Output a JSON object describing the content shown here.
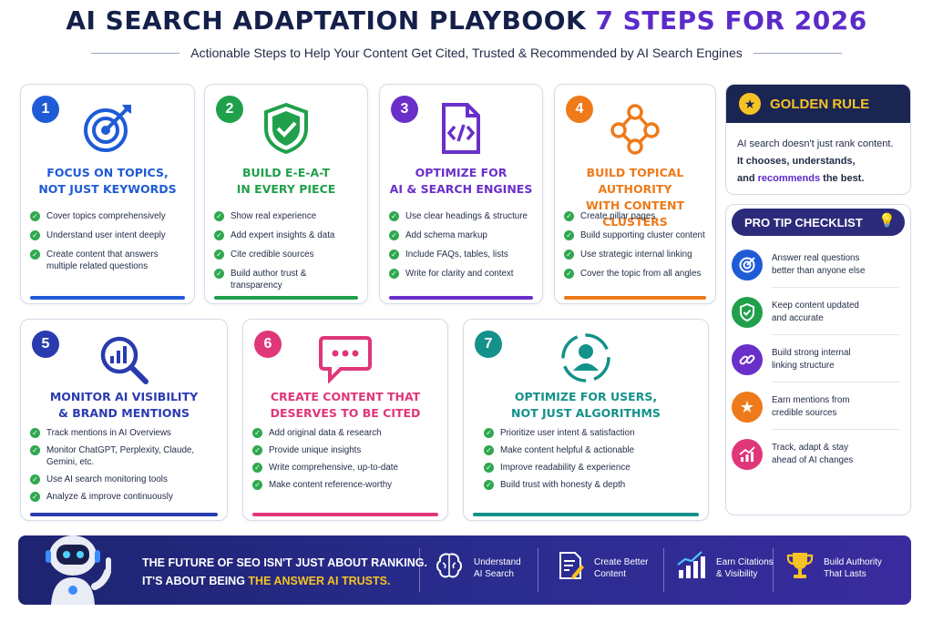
{
  "header": {
    "title_main": "AI SEARCH ADAPTATION PLAYBOOK",
    "title_accent": "7 STEPS FOR 2026",
    "subtitle": "Actionable Steps to Help Your Content Get Cited, Trusted & Recommended by AI Search Engines"
  },
  "steps": [
    {
      "number": "1",
      "title_line1": "FOCUS ON TOPICS,",
      "title_line2": "NOT JUST KEYWORDS",
      "icon": "target-icon",
      "color": "#1f5bd6",
      "bullets": [
        "Cover topics comprehensively",
        "Understand user intent deeply",
        "Create content that answers multiple related questions"
      ]
    },
    {
      "number": "2",
      "title_line1": "BUILD E-E-A-T",
      "title_line2": "IN EVERY PIECE",
      "icon": "shield-check-icon",
      "color": "#21a04b",
      "bullets": [
        "Show real experience",
        "Add expert insights & data",
        "Cite credible sources",
        "Build author trust & transparency"
      ]
    },
    {
      "number": "3",
      "title_line1": "OPTIMIZE FOR",
      "title_line2": "AI & SEARCH ENGINES",
      "icon": "code-document-icon",
      "color": "#6a2fc9",
      "bullets": [
        "Use clear headings & structure",
        "Add schema markup",
        "Include FAQs, tables, lists",
        "Write for clarity and context"
      ]
    },
    {
      "number": "4",
      "title_line1": "BUILD TOPICAL AUTHORITY",
      "title_line2": "WITH CONTENT CLUSTERS",
      "icon": "network-icon",
      "color": "#ee7a1a",
      "bullets": [
        "Create pillar pages",
        "Build supporting cluster content",
        "Use strategic internal linking",
        "Cover the topic from all angles"
      ]
    },
    {
      "number": "5",
      "title_line1": "MONITOR AI VISIBILITY",
      "title_line2": "& BRAND MENTIONS",
      "icon": "magnifier-chart-icon",
      "color": "#2a3bb0",
      "bullets": [
        "Track mentions in AI Overviews",
        "Monitor ChatGPT, Perplexity, Claude, Gemini, etc.",
        "Use AI search monitoring tools",
        "Analyze & improve continuously"
      ]
    },
    {
      "number": "6",
      "title_line1": "CREATE CONTENT THAT",
      "title_line2": "DESERVES TO BE CITED",
      "icon": "chat-bubble-icon",
      "color": "#e0367a",
      "bullets": [
        "Add original data & research",
        "Provide unique insights",
        "Write comprehensive, up-to-date",
        "Make content reference-worthy"
      ]
    },
    {
      "number": "7",
      "title_line1": "OPTIMIZE FOR USERS,",
      "title_line2": "NOT JUST ALGORITHMS",
      "icon": "user-focus-icon",
      "color": "#13918a",
      "bullets": [
        "Prioritize user intent & satisfaction",
        "Make content helpful & actionable",
        "Improve readability & experience",
        "Build trust with honesty & depth"
      ]
    }
  ],
  "golden_rule": {
    "title": "GOLDEN RULE",
    "icon": "star-icon",
    "line1": "AI search doesn't just rank content.",
    "line2": "It chooses, understands,",
    "line3_a": "and",
    "line3_highlight": "recommends",
    "line3_b": "the best."
  },
  "pro_tip": {
    "title": "PRO TIP CHECKLIST",
    "icon": "lightbulb-icon",
    "items": [
      {
        "line1": "Answer real questions",
        "line2": "better than anyone else",
        "icon": "target-icon",
        "color": "#1f5bd6"
      },
      {
        "line1": "Keep content updated",
        "line2": "and accurate",
        "icon": "shield-check-icon",
        "color": "#21a04b"
      },
      {
        "line1": "Build strong internal",
        "line2": "linking structure",
        "icon": "link-icon",
        "color": "#6a2fc9"
      },
      {
        "line1": "Earn mentions from",
        "line2": "credible sources",
        "icon": "star-icon",
        "color": "#ee7a1a"
      },
      {
        "line1": "Track, adapt & stay",
        "line2": "ahead of AI changes",
        "icon": "trend-chart-icon",
        "color": "#e0367a"
      }
    ]
  },
  "footer": {
    "line1": "THE FUTURE OF SEO ISN'T JUST ABOUT RANKING.",
    "line2_a": "IT'S ABOUT BEING",
    "line2_highlight": "THE ANSWER AI TRUSTS.",
    "features": [
      {
        "line1": "Understand",
        "line2": "AI Search",
        "icon": "brain-icon"
      },
      {
        "line1": "Create Better",
        "line2": "Content",
        "icon": "edit-document-icon"
      },
      {
        "line1": "Earn Citations",
        "line2": "& Visibility",
        "icon": "growth-chart-icon"
      },
      {
        "line1": "Build Authority",
        "line2": "That Lasts",
        "icon": "trophy-icon"
      }
    ]
  },
  "colors": {
    "navy": "#1b2552",
    "purple": "#5b2bc9",
    "gold": "#f6c324"
  }
}
